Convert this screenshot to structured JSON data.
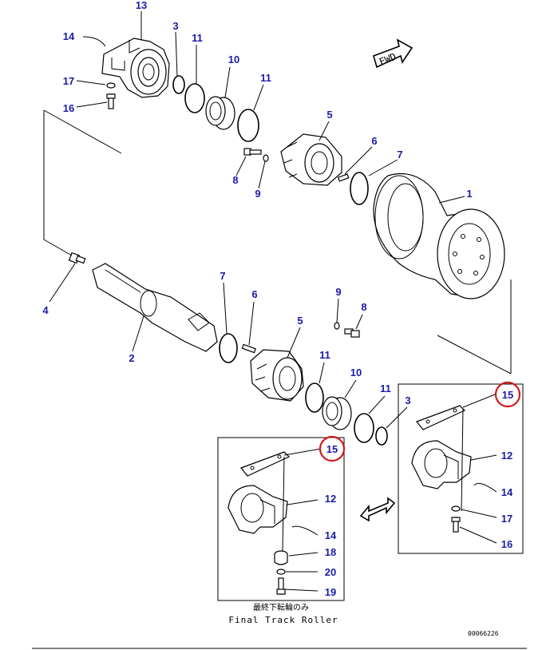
{
  "fwd_label": "FWD",
  "callouts": {
    "c13": "13",
    "c14a": "14",
    "c17a": "17",
    "c16a": "16",
    "c3a": "3",
    "c11a": "11",
    "c10a": "10",
    "c11b": "11",
    "c5a": "5",
    "c8a": "8",
    "c9a": "9",
    "c6a": "6",
    "c7a": "7",
    "c1": "1",
    "c4": "4",
    "c2": "2",
    "c7b": "7",
    "c6b": "6",
    "c5b": "5",
    "c9b": "9",
    "c8b": "8",
    "c11c": "11",
    "c10b": "10",
    "c11d": "11",
    "c3b": "3",
    "c15a": "15",
    "c12a": "12",
    "c14b": "14",
    "c17b": "17",
    "c16b": "16",
    "c15b": "15",
    "c12b": "12",
    "c14c": "14",
    "c18": "18",
    "c20": "20",
    "c19": "19"
  },
  "inset": {
    "caption_jp": "最終下転輪のみ",
    "caption_en": "Final Track Roller"
  },
  "drawing_id": "00066226",
  "colors": {
    "callout": "#1a1aa8",
    "highlight": "#d11a1a",
    "line": "#000000"
  }
}
